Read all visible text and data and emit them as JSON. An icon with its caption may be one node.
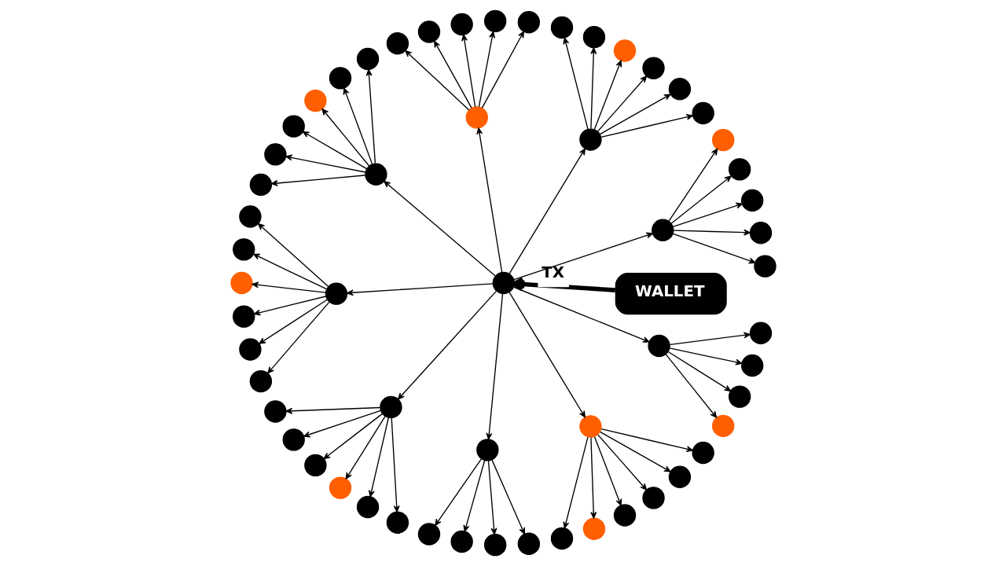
{
  "diagram": {
    "nodes": [
      {
        "text": [
          "WALLET"
        ]
      },
      {
        "text": [],
        "shape": "circle"
      },
      {
        "text": [],
        "shape": "circle"
      },
      {
        "text": [],
        "shape": "circle"
      },
      {
        "text": [],
        "shape": "circle"
      },
      {
        "text": [],
        "shape": "circle"
      },
      {
        "text": [],
        "shape": "circle"
      },
      {
        "text": [],
        "shape": "circle"
      },
      {
        "text": [],
        "shape": "circle"
      },
      {
        "text": [],
        "shape": "circle"
      },
      {
        "text": [],
        "shape": "circle"
      },
      {
        "text": [],
        "shape": "circle"
      },
      {
        "text": [],
        "shape": "circle"
      },
      {
        "text": [],
        "shape": "circle"
      },
      {
        "text": [],
        "shape": "circle"
      },
      {
        "text": [],
        "shape": "circle"
      },
      {
        "text": [],
        "shape": "circle"
      },
      {
        "text": [],
        "shape": "circle"
      },
      {
        "text": [],
        "shape": "circle"
      },
      {
        "text": [],
        "shape": "circle"
      },
      {
        "text": [],
        "shape": "circle"
      },
      {
        "text": [],
        "shape": "circle"
      },
      {
        "text": [],
        "shape": "circle"
      },
      {
        "text": [],
        "shape": "circle"
      },
      {
        "text": [],
        "shape": "circle"
      },
      {
        "text": [],
        "shape": "circle"
      },
      {
        "text": [],
        "shape": "circle"
      },
      {
        "text": [],
        "shape": "circle"
      },
      {
        "text": [],
        "shape": "circle"
      },
      {
        "text": [],
        "shape": "circle"
      },
      {
        "text": [],
        "shape": "circle"
      },
      {
        "text": [],
        "shape": "circle"
      },
      {
        "text": [],
        "shape": "circle"
      },
      {
        "text": [],
        "shape": "circle"
      },
      {
        "text": [],
        "shape": "circle"
      },
      {
        "text": [],
        "shape": "circle"
      },
      {
        "text": [],
        "shape": "circle"
      },
      {
        "text": [],
        "shape": "circle"
      },
      {
        "text": [],
        "shape": "circle"
      },
      {
        "text": [],
        "shape": "circle"
      },
      {
        "text": [],
        "shape": "circle"
      },
      {
        "text": [],
        "shape": "circle"
      },
      {
        "text": [],
        "shape": "circle"
      },
      {
        "text": [],
        "shape": "circle"
      },
      {
        "text": [],
        "shape": "circle"
      },
      {
        "text": [],
        "shape": "circle"
      },
      {
        "text": [],
        "shape": "circle"
      },
      {
        "text": [],
        "shape": "circle"
      },
      {
        "text": [],
        "shape": "circle"
      },
      {
        "text": [],
        "shape": "circle"
      },
      {
        "text": [],
        "shape": "circle"
      },
      {
        "text": [],
        "shape": "circle"
      },
      {
        "text": [],
        "shape": "circle"
      },
      {
        "text": [],
        "shape": "circle"
      },
      {
        "text": [],
        "shape": "circle"
      },
      {
        "text": [],
        "shape": "circle"
      },
      {
        "text": [],
        "shape": "circle"
      },
      {
        "text": [],
        "shape": "circle"
      },
      {
        "text": [],
        "shape": "circle"
      }
    ],
    "edges": [
      {
        "from": 0,
        "to": 1,
        "arrow": "to",
        "label": "TX",
        "style": "thick"
      },
      {
        "from": 1,
        "to": 2,
        "arrow": "to"
      },
      {
        "from": 1,
        "to": 3,
        "arrow": "to"
      },
      {
        "from": 1,
        "to": 4,
        "arrow": "to"
      },
      {
        "from": 1,
        "to": 5,
        "arrow": "to"
      },
      {
        "from": 1,
        "to": 6,
        "arrow": "to"
      },
      {
        "from": 1,
        "to": 7,
        "arrow": "to"
      },
      {
        "from": 1,
        "to": 8,
        "arrow": "to"
      },
      {
        "from": 1,
        "to": 9,
        "arrow": "to"
      },
      {
        "from": 1,
        "to": 10,
        "arrow": "to"
      },
      {
        "from": 2,
        "to": 11,
        "arrow": "to"
      },
      {
        "from": 2,
        "to": 12,
        "arrow": "to"
      },
      {
        "from": 2,
        "to": 13,
        "arrow": "to"
      },
      {
        "from": 2,
        "to": 14,
        "arrow": "to"
      },
      {
        "from": 2,
        "to": 15,
        "arrow": "to"
      },
      {
        "from": 3,
        "to": 16,
        "arrow": "to"
      },
      {
        "from": 3,
        "to": 17,
        "arrow": "to"
      },
      {
        "from": 3,
        "to": 18,
        "arrow": "to"
      },
      {
        "from": 3,
        "to": 19,
        "arrow": "to"
      },
      {
        "from": 3,
        "to": 20,
        "arrow": "to"
      },
      {
        "from": 3,
        "to": 21,
        "arrow": "to"
      },
      {
        "from": 4,
        "to": 22,
        "arrow": "to"
      },
      {
        "from": 4,
        "to": 23,
        "arrow": "to"
      },
      {
        "from": 4,
        "to": 24,
        "arrow": "to"
      },
      {
        "from": 4,
        "to": 25,
        "arrow": "to"
      },
      {
        "from": 4,
        "to": 26,
        "arrow": "to"
      },
      {
        "from": 5,
        "to": 27,
        "arrow": "to"
      },
      {
        "from": 5,
        "to": 28,
        "arrow": "to"
      },
      {
        "from": 5,
        "to": 29,
        "arrow": "to"
      },
      {
        "from": 5,
        "to": 30,
        "arrow": "to"
      },
      {
        "from": 5,
        "to": 31,
        "arrow": "to"
      },
      {
        "from": 5,
        "to": 32,
        "arrow": "to"
      },
      {
        "from": 6,
        "to": 33,
        "arrow": "to"
      },
      {
        "from": 6,
        "to": 34,
        "arrow": "to"
      },
      {
        "from": 6,
        "to": 35,
        "arrow": "to"
      },
      {
        "from": 6,
        "to": 36,
        "arrow": "to"
      },
      {
        "from": 6,
        "to": 37,
        "arrow": "to"
      },
      {
        "from": 6,
        "to": 38,
        "arrow": "to"
      },
      {
        "from": 7,
        "to": 39,
        "arrow": "to"
      },
      {
        "from": 7,
        "to": 40,
        "arrow": "to"
      },
      {
        "from": 7,
        "to": 41,
        "arrow": "to"
      },
      {
        "from": 7,
        "to": 42,
        "arrow": "to"
      },
      {
        "from": 7,
        "to": 43,
        "arrow": "to"
      },
      {
        "from": 7,
        "to": 44,
        "arrow": "to"
      },
      {
        "from": 8,
        "to": 45,
        "arrow": "to"
      },
      {
        "from": 8,
        "to": 46,
        "arrow": "to"
      },
      {
        "from": 8,
        "to": 47,
        "arrow": "to"
      },
      {
        "from": 8,
        "to": 48,
        "arrow": "to"
      },
      {
        "from": 9,
        "to": 49,
        "arrow": "to"
      },
      {
        "from": 9,
        "to": 50,
        "arrow": "to"
      },
      {
        "from": 9,
        "to": 51,
        "arrow": "to"
      },
      {
        "from": 9,
        "to": 52,
        "arrow": "to"
      },
      {
        "from": 9,
        "to": 53,
        "arrow": "to"
      },
      {
        "from": 9,
        "to": 54,
        "arrow": "to"
      },
      {
        "from": 10,
        "to": 55,
        "arrow": "to"
      },
      {
        "from": 10,
        "to": 56,
        "arrow": "to"
      },
      {
        "from": 10,
        "to": 57,
        "arrow": "to"
      },
      {
        "from": 10,
        "to": 58,
        "arrow": "to"
      }
    ]
  }
}
